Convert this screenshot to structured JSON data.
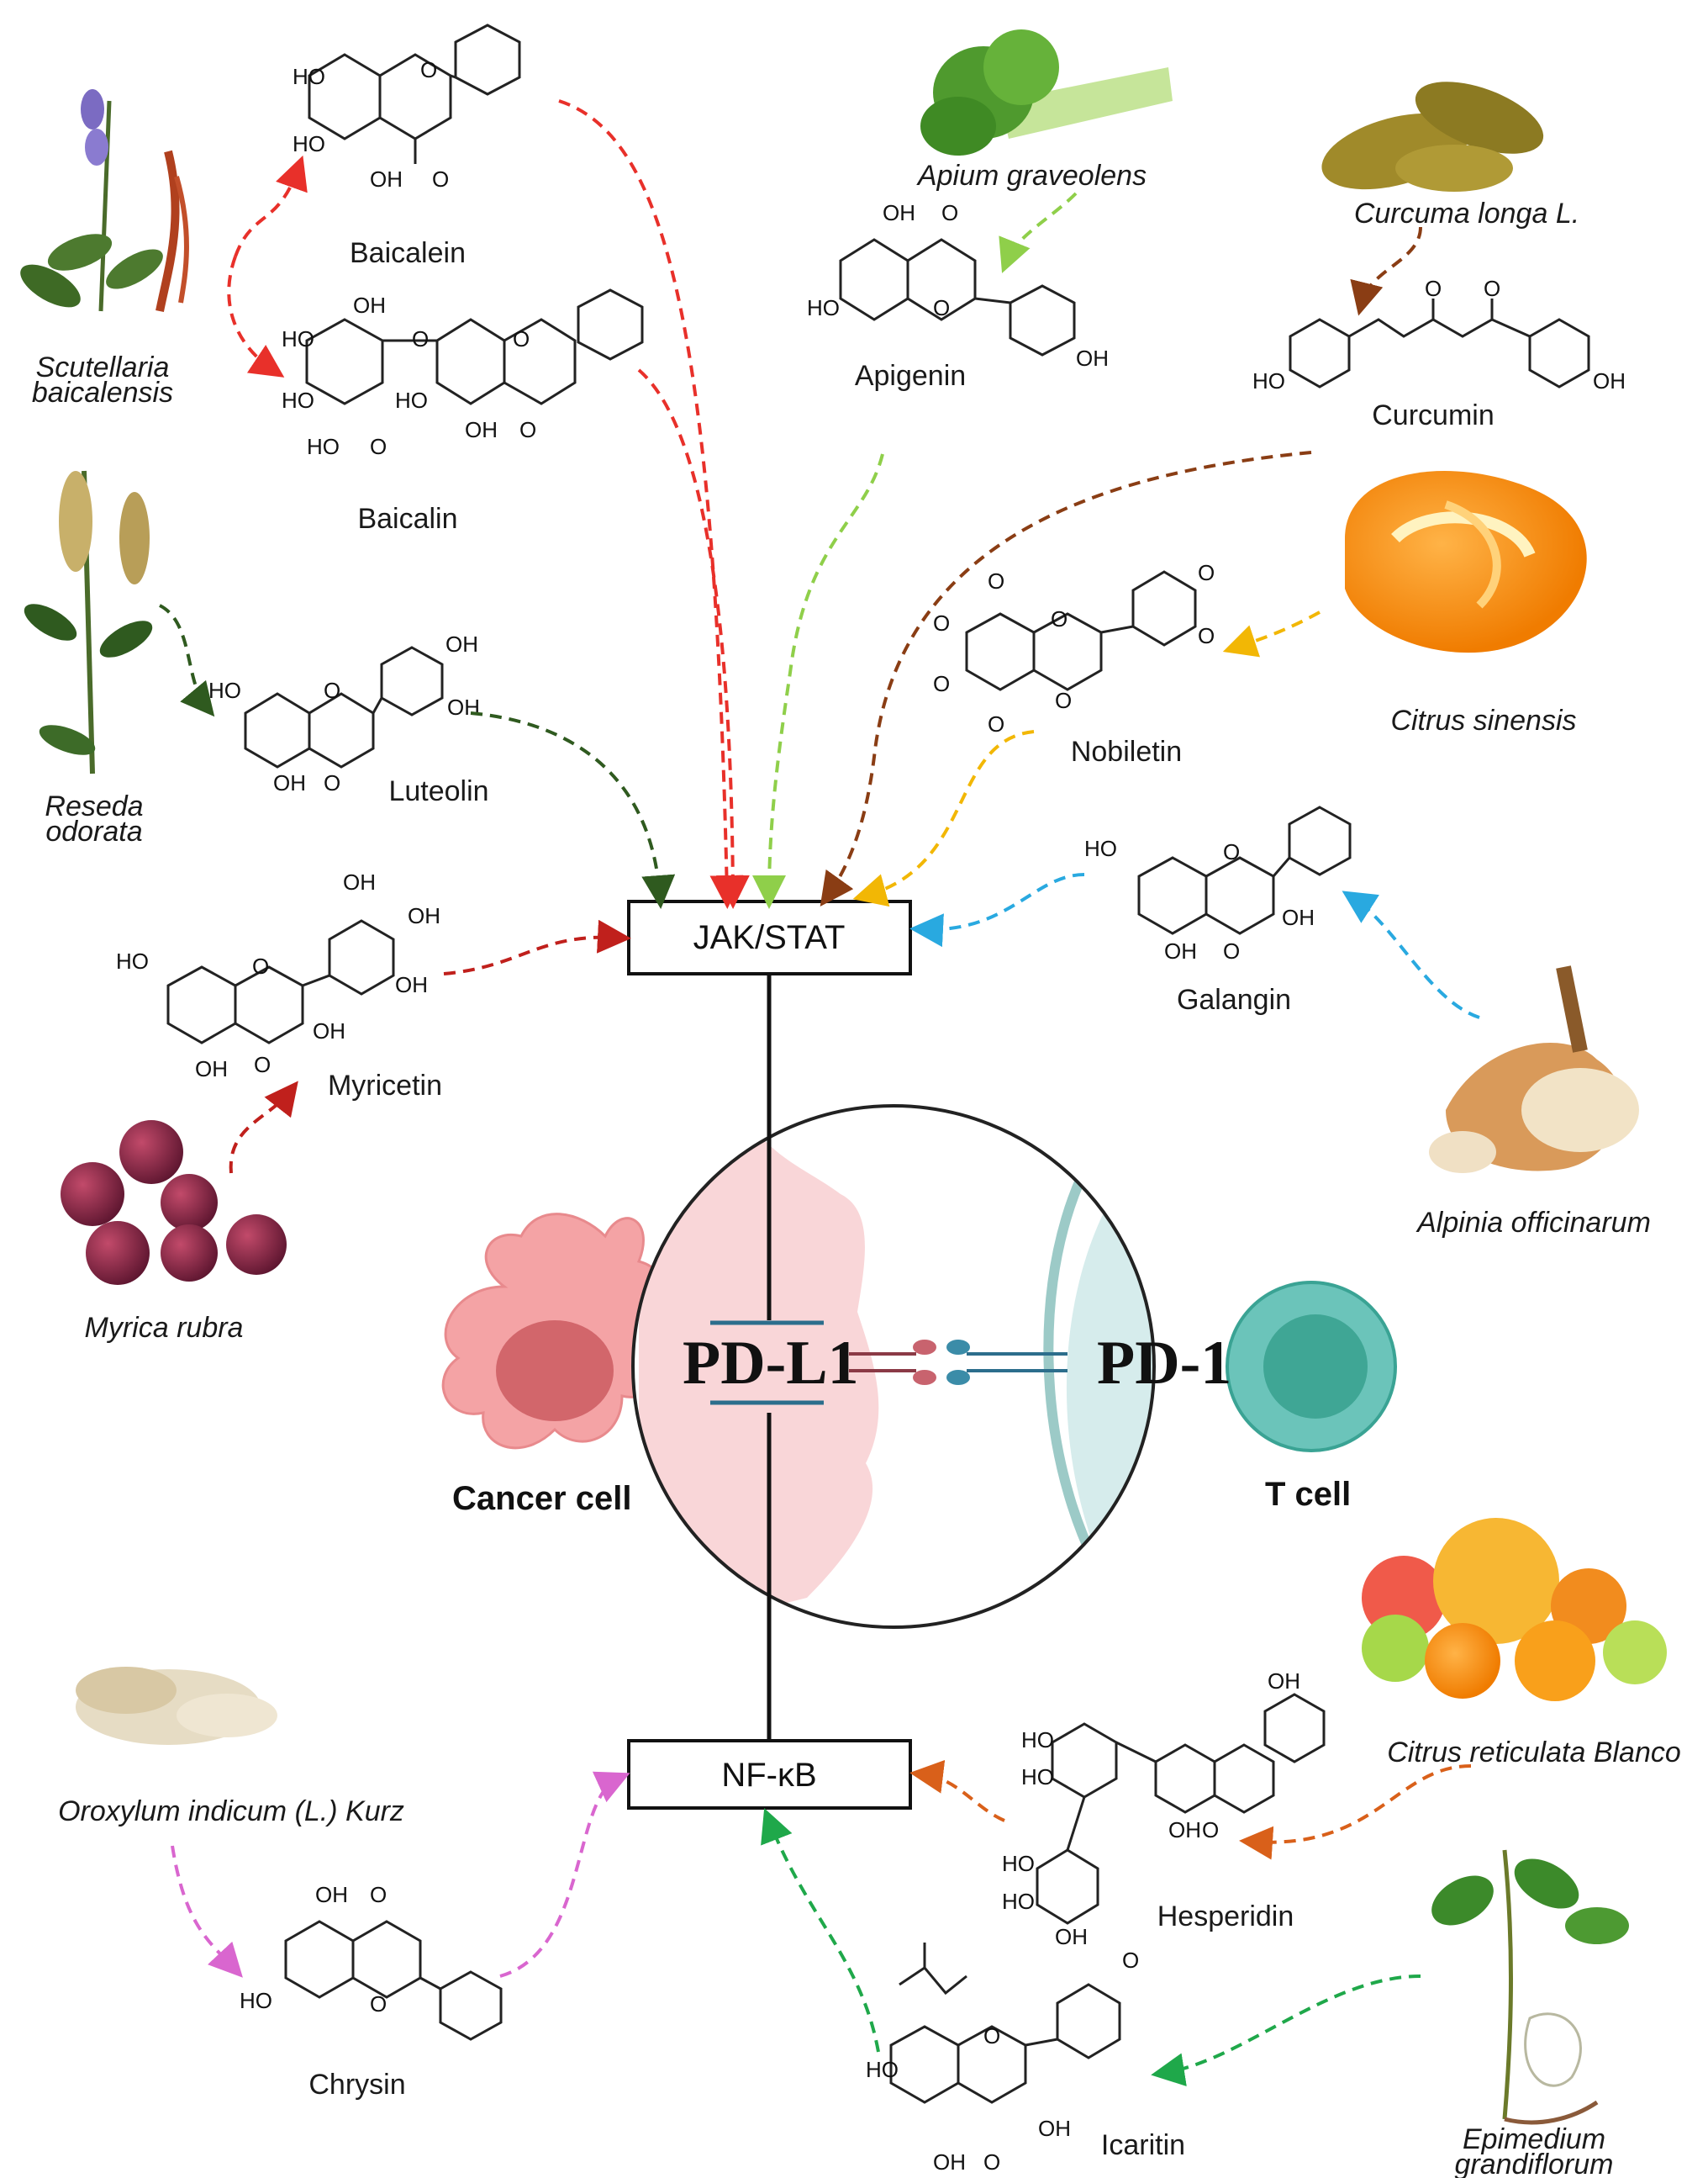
{
  "pathways": {
    "jak_stat": "JAK/STAT",
    "nf_kb": "NF-κB"
  },
  "cells": {
    "cancer_cell": "Cancer cell",
    "t_cell": "T cell",
    "pd_l1": "PD-L1",
    "pd_1": "PD-1"
  },
  "compounds": {
    "baicalein": "Baicalein",
    "baicalin": "Baicalin",
    "apigenin": "Apigenin",
    "curcumin": "Curcumin",
    "luteolin": "Luteolin",
    "nobiletin": "Nobiletin",
    "myricetin": "Myricetin",
    "galangin": "Galangin",
    "hesperidin": "Hesperidin",
    "chrysin": "Chrysin",
    "icaritin": "Icaritin"
  },
  "plants": {
    "scutellaria_1": "Scutellaria",
    "scutellaria_2": "baicalensis",
    "apium": "Apium graveolens",
    "curcuma": "Curcuma longa L.",
    "reseda_1": "Reseda",
    "reseda_2": "odorata",
    "citrus_sinensis": "Citrus sinensis",
    "alpinia": "Alpinia officinarum",
    "myrica": "Myrica rubra",
    "citrus_reticulata": "Citrus reticulata Blanco",
    "oroxylum": "Oroxylum indicum (L.) Kurz",
    "epimedium_1": "Epimedium",
    "epimedium_2": "grandiflorum"
  },
  "atoms": {
    "ho": "HO",
    "oh": "OH",
    "o": "O"
  },
  "colors": {
    "red": "#e8302a",
    "dark_red": "#c0201c",
    "light_green": "#8fcf4a",
    "brown": "#8a3d14",
    "dark_green": "#2f5a1f",
    "yellow": "#f2b705",
    "blue": "#29a9e0",
    "orange": "#d9601a",
    "magenta": "#d966cf",
    "green": "#1fa84a",
    "cancer_pink": "#f6d3d6",
    "tcell_cyan": "#d6ecec"
  }
}
